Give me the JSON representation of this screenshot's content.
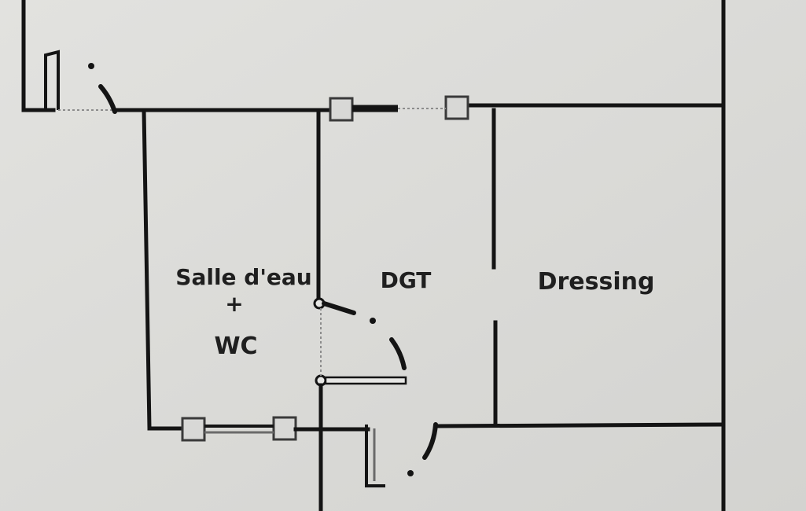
{
  "colors": {
    "paper": "#dcdcda",
    "ink": "#141414",
    "text": "#1f1f1f"
  },
  "rooms": {
    "bathroom_line1": "Salle d'eau",
    "bathroom_line2": "+",
    "bathroom_line3": "WC",
    "corridor": "DGT",
    "dressing": "Dressing"
  }
}
